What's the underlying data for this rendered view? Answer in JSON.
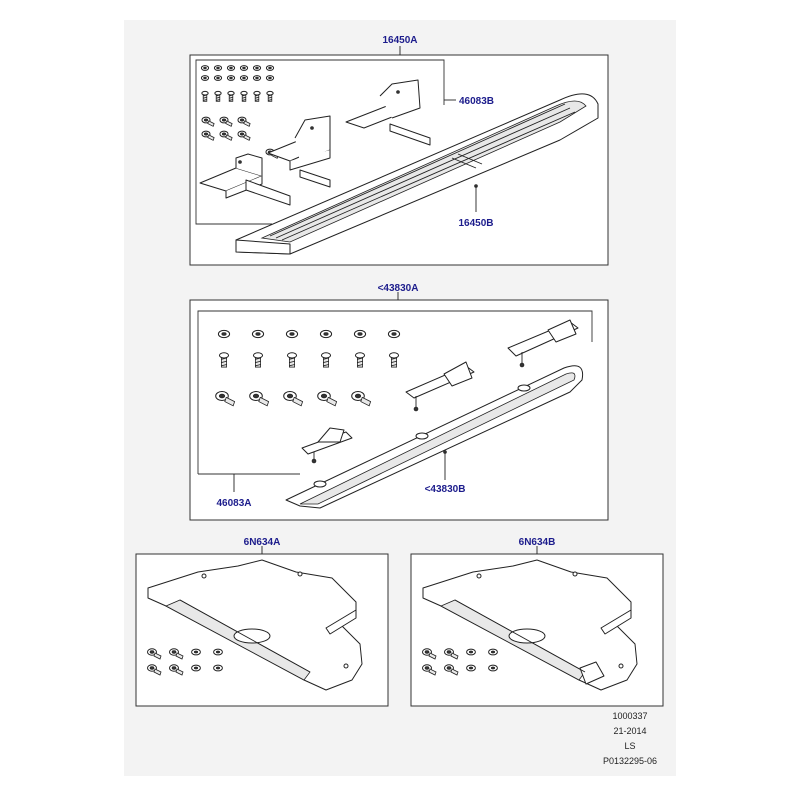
{
  "callouts": {
    "running_board_assembly": "16450A",
    "bracket_kit": "46083B",
    "running_board": "16450B",
    "side_step_assembly": "<43830A",
    "side_step_bracket_kit": "46083A",
    "side_step": "<43830B",
    "underbody_shield_left": "6N634A",
    "underbody_shield_right": "6N634B"
  },
  "footer": {
    "illustration_number": "1000337",
    "date_code": "21-2014",
    "model_code": "LS",
    "page_code": "P0132295-06"
  }
}
